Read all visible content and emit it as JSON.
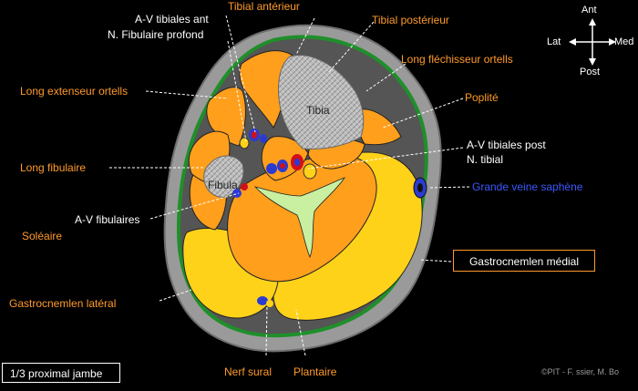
{
  "labels": {
    "tibial_anterieur": "Tibial antérieur",
    "av_tibiales_ant": "A-V tibiales ant",
    "n_fibulaire_profond": "N. Fibulaire profond",
    "tibial_posterieur": "Tibial postérieur",
    "long_flechisseur": "Long fléchisseur ortells",
    "long_extenseur": "Long extenseur ortells",
    "poplite": "Poplité",
    "tibia": "Tibia",
    "av_tibiales_post": "A-V tibiales post",
    "n_tibial": "N. tibial",
    "long_fibulaire": "Long fibulaire",
    "fibula": "Fibula",
    "grande_veine": "Grande veine saphène",
    "av_fibulaires": "A-V fibulaires",
    "soleaire": "Soléaire",
    "gastro_medial": "Gastrocnemlen médial",
    "gastro_lateral": "Gastrocnemlen latéral",
    "nerf_sural": "Nerf sural",
    "plantaire": "Plantaire"
  },
  "compass": {
    "ant": "Ant",
    "post": "Post",
    "lat": "Lat",
    "med": "Med"
  },
  "footer": "1/3 proximal jambe",
  "credit": "©PIT - F. ssier, M. Bo",
  "colors": {
    "background": "#000000",
    "skin": "#9a9a9a",
    "fascia": "#1f8f2a",
    "muscle_orange": "#ff9f1c",
    "muscle_yellow": "#ffd21a",
    "bone": "#bdbdbd",
    "intermuscular": "#c8f0a0",
    "label_orange": "#ff9a2a",
    "label_white": "#ffffff",
    "vein_blue": "#2b3bd1",
    "artery_red": "#d0101a"
  }
}
